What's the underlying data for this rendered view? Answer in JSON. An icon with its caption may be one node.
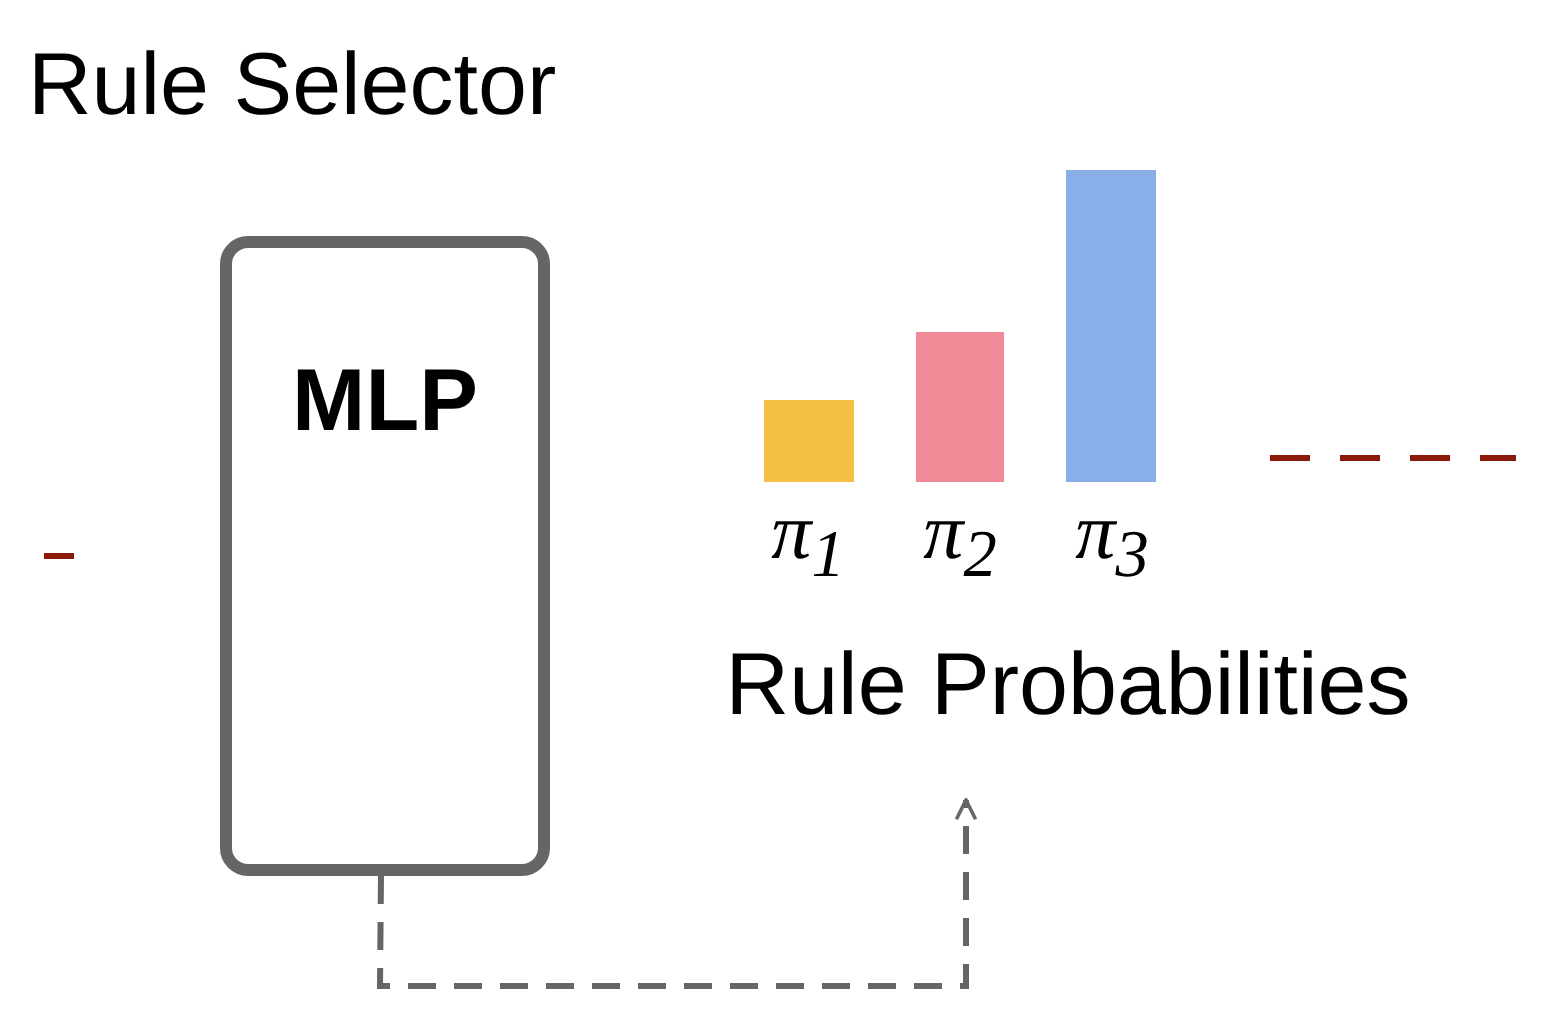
{
  "diagram": {
    "title": "Rule Selector",
    "nodes": [
      {
        "text": [
          "MLP"
        ]
      },
      {
        "text": [
          "Rule Probabilities"
        ]
      }
    ],
    "edges": [
      {
        "from": 0,
        "to": 1,
        "arrow": "to",
        "style": "dashed"
      }
    ],
    "labels": [
      "π$_{1}$",
      "π$_{2}$",
      "π$_{3}$"
    ]
  }
}
